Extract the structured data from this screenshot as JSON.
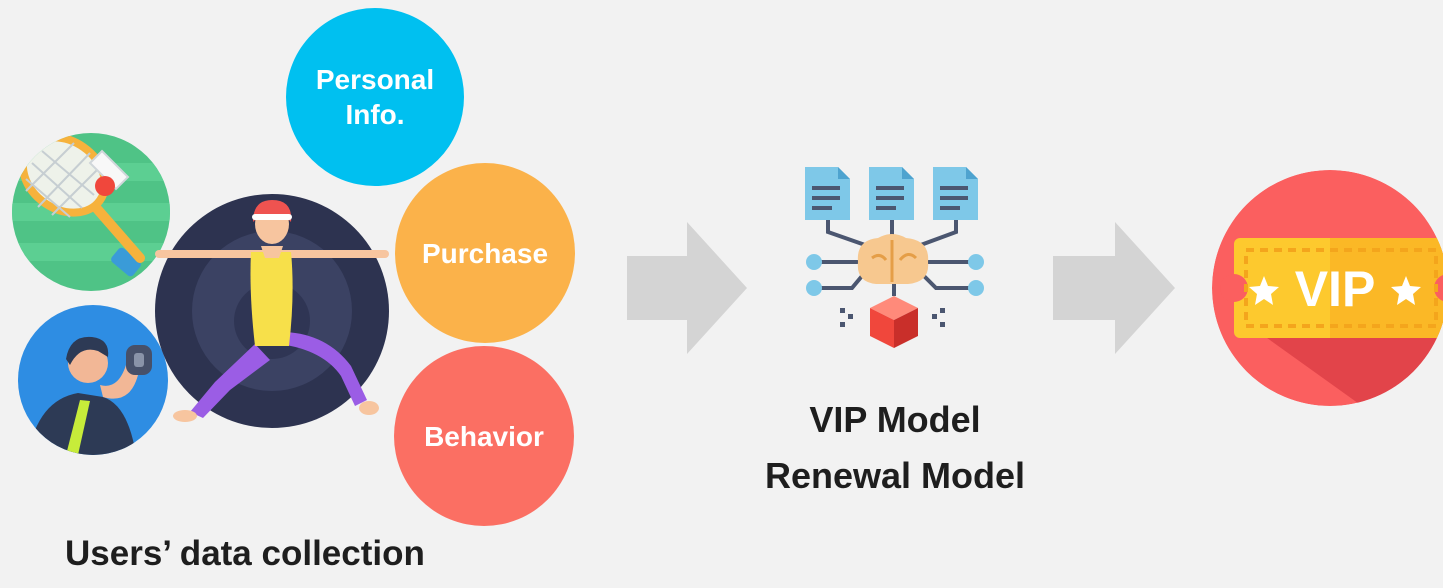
{
  "users": {
    "caption": "Users’ data collection",
    "bubbles": [
      {
        "label_line1": "Personal",
        "label_line2": "Info.",
        "color": "#00c0f0"
      },
      {
        "label": "Purchase",
        "color": "#fbb24a"
      },
      {
        "label": "Behavior",
        "color": "#fb6f63"
      }
    ],
    "icons": [
      "badminton-icon",
      "fitness-weightlifting-icon",
      "yoga-woman-icon"
    ]
  },
  "model": {
    "line1": "VIP Model",
    "line2": "Renewal Model",
    "icon": "ai-brain-model-icon"
  },
  "result": {
    "badge_text": "VIP",
    "icon": "vip-ticket-icon",
    "colors": {
      "circle": "#fb6f63",
      "ticket": "#fdc92e"
    }
  },
  "arrow_color": "#d4d4d4"
}
